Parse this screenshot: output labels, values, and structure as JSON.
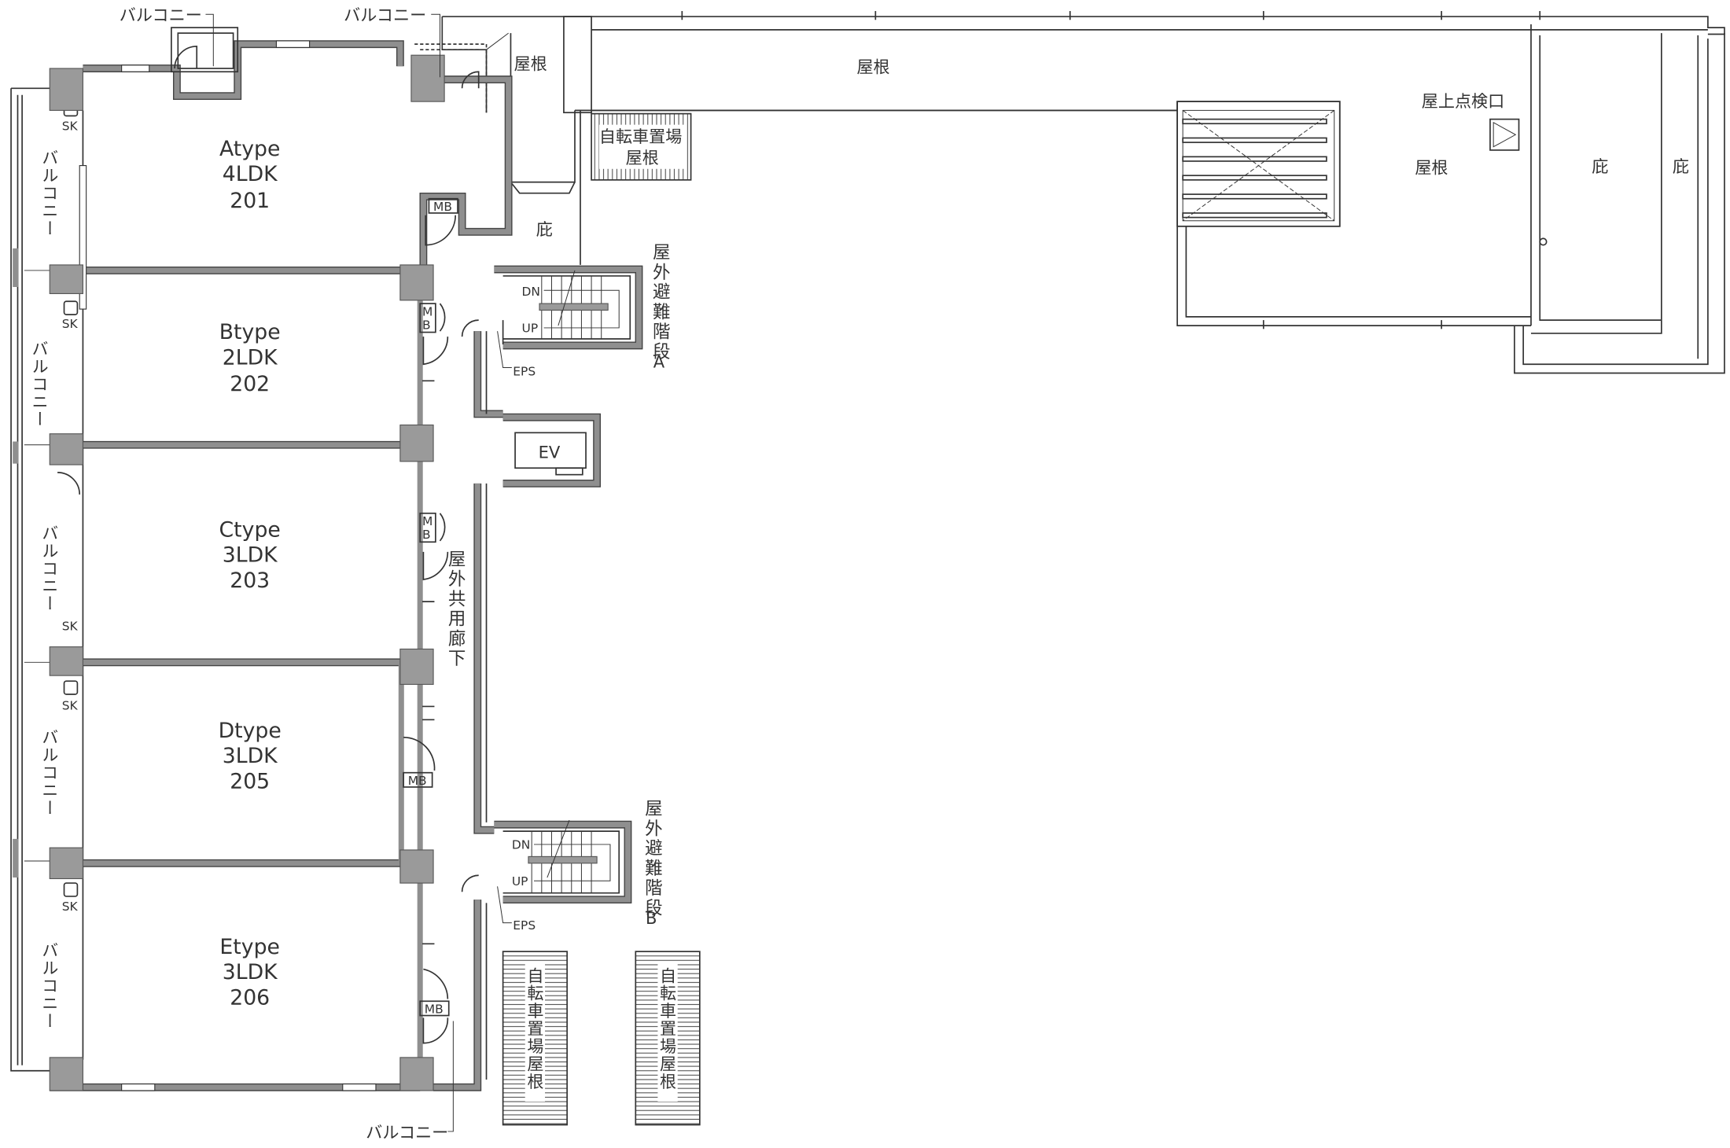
{
  "balcony_label": "バルコニー",
  "balconies": {
    "top_left": "バルコニー",
    "top_right": "バルコニー",
    "bottom": "バルコニー",
    "side": [
      "バルコニー",
      "バルコニー",
      "バルコニー",
      "バルコニー",
      "バルコニー"
    ]
  },
  "sink_label": "SK",
  "sinks": [
    "SK",
    "SK",
    "SK",
    "SK",
    "SK"
  ],
  "units": [
    {
      "type": "Atype",
      "layout": "4LDK",
      "number": "201"
    },
    {
      "type": "Btype",
      "layout": "2LDK",
      "number": "202"
    },
    {
      "type": "Ctype",
      "layout": "3LDK",
      "number": "203"
    },
    {
      "type": "Dtype",
      "layout": "3LDK",
      "number": "205"
    },
    {
      "type": "Etype",
      "layout": "3LDK",
      "number": "206"
    }
  ],
  "meter_box": {
    "label": "MB",
    "m": "M",
    "b": "B"
  },
  "roof": {
    "small": "屋根",
    "strip": "屋根",
    "main": "屋根",
    "inspection_hatch": "屋上点検口"
  },
  "eaves": {
    "corridor": "庇",
    "right_inner": "庇",
    "right_outer": "庇"
  },
  "bicycle_roofs": {
    "top_line1": "自転車置場",
    "top_line2": "屋根",
    "lower_left": "自転車置場屋根",
    "lower_right": "自転車置場屋根"
  },
  "stairs": {
    "a": {
      "label": "屋外避難階段",
      "letter": "A",
      "dn": "DN",
      "up": "UP",
      "eps": "EPS"
    },
    "b": {
      "label": "屋外避難階段",
      "letter": "B",
      "dn": "DN",
      "up": "UP",
      "eps": "EPS"
    }
  },
  "elevator": "EV",
  "corridor_label": "屋外共用廊下",
  "colors": {
    "wall": "#9a9a9a",
    "line": "#333333",
    "background": "#ffffff"
  }
}
